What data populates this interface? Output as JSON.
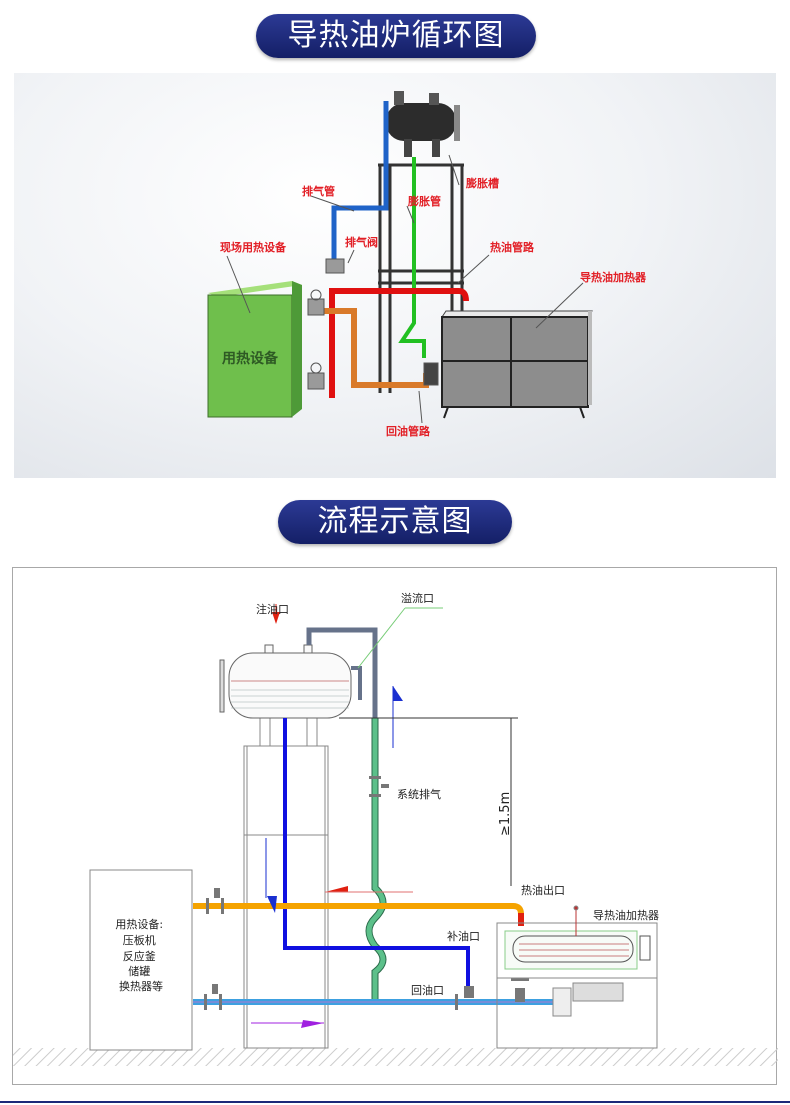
{
  "section1": {
    "title": "导热油炉循环图",
    "labels": {
      "expansion_tank": "膨胀槽",
      "vent_pipe": "排气管",
      "expansion_pipe": "膨胀管",
      "vent_valve": "排气阀",
      "site_equipment": "现场用热设备",
      "hot_oil_pipe": "热油管路",
      "heater": "导热油加热器",
      "equipment_box": "用热设备",
      "return_pipe": "回油管路"
    }
  },
  "section2": {
    "title": "流程示意图",
    "labels": {
      "fill_port": "注油口",
      "overflow_port": "溢流口",
      "system_vent": "系统排气",
      "height_req": "≥1.5m",
      "hot_oil_outlet": "热油出口",
      "heater": "导热油加热器",
      "makeup_port": "补油口",
      "return_port": "回油口",
      "equipment_lines": [
        "用热设备:",
        "压板机",
        "反应釜",
        "储罐",
        "换热器等"
      ]
    },
    "colors": {
      "hot": "#f5a300",
      "return": "#3da0e0",
      "makeup": "#1010e0",
      "expansion": "#5cc08a"
    }
  }
}
